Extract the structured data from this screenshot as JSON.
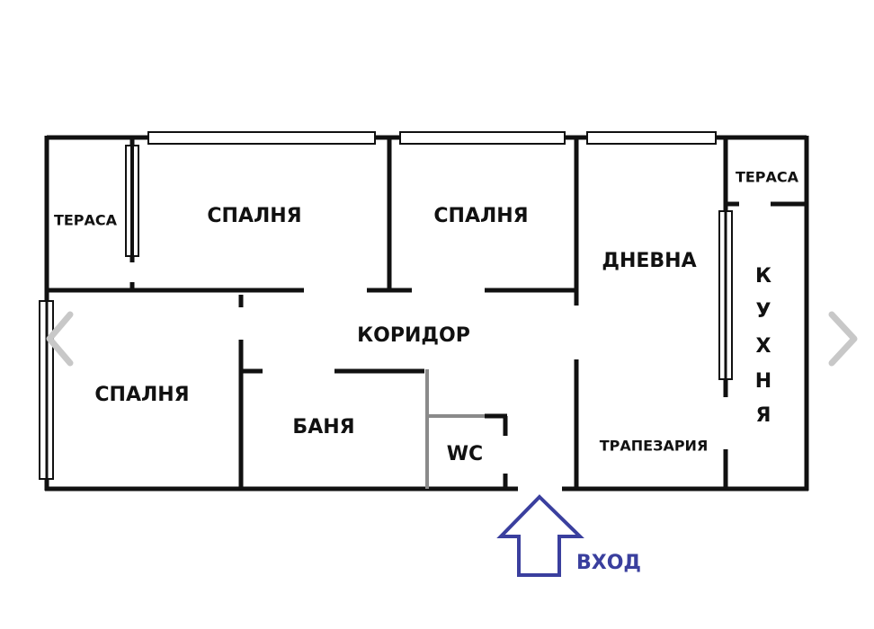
{
  "plan": {
    "rooms": {
      "terrace_left": "ТЕРАСА",
      "bedroom_1": "СПАЛНЯ",
      "bedroom_2": "СПАЛНЯ",
      "bedroom_3": "СПАЛНЯ",
      "living": "ДНЕВНА",
      "corridor": "КОРИДОР",
      "bathroom": "БАНЯ",
      "wc": "WC",
      "dining": "ТРАПЕЗАРИЯ",
      "terrace_right": "ТЕРАСА",
      "kitchen_letters": [
        "К",
        "У",
        "Х",
        "Н",
        "Я"
      ]
    },
    "entrance": {
      "label": "ВХОД",
      "color": "#3a3f9e"
    }
  },
  "gallery": {
    "prev_icon": "chevron-left-icon",
    "next_icon": "chevron-right-icon"
  }
}
